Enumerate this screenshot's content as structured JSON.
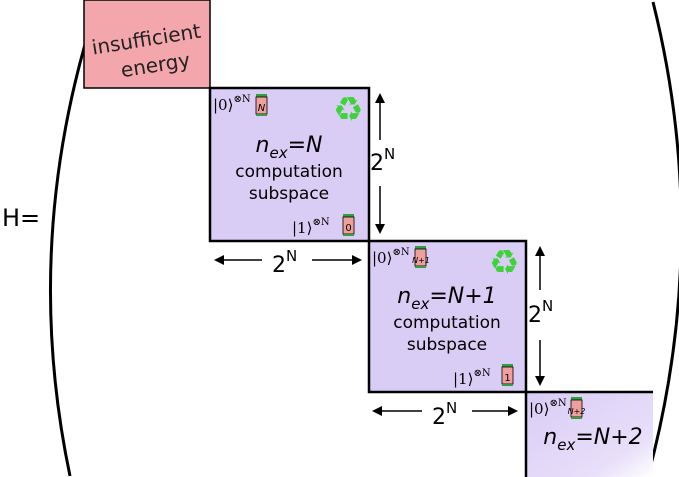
{
  "h_label": "H=",
  "block_insufficient": {
    "line1": "insufficient",
    "line2": "energy"
  },
  "blocks": [
    {
      "nex_main": "n",
      "nex_sub": "ex",
      "nex_eq": "=N",
      "line1": "computation",
      "line2": "subspace",
      "top_ket": "|0⟩",
      "top_ket_sup": "⊗N",
      "top_battery": "N",
      "bottom_ket": "|1⟩",
      "bottom_ket_sup": "⊗N",
      "bottom_battery": "0",
      "right_dim": "2",
      "right_dim_sup": "N",
      "bottom_dim": "2",
      "bottom_dim_sup": "N"
    },
    {
      "nex_main": "n",
      "nex_sub": "ex",
      "nex_eq": "=N+1",
      "line1": "computation",
      "line2": "subspace",
      "top_ket": "|0⟩",
      "top_ket_sup": "⊗N",
      "top_battery": "N+1",
      "bottom_ket": "|1⟩",
      "bottom_ket_sup": "⊗N",
      "bottom_battery": "1",
      "right_dim": "2",
      "right_dim_sup": "N",
      "bottom_dim": "2",
      "bottom_dim_sup": "N"
    },
    {
      "nex_main": "n",
      "nex_sub": "ex",
      "nex_eq": "=N+2",
      "top_ket": "|0⟩",
      "top_ket_sup": "⊗N",
      "top_battery": "N+2"
    }
  ],
  "colors": {
    "insufficient_fill": "#f4a6ad",
    "block_fill": "#d9ccf5",
    "recycle": "#3fd23a",
    "battery_top": "#2fa040",
    "battery_fill": "#f0a09c"
  },
  "icons": [
    "recycle-icon",
    "battery-icon"
  ]
}
